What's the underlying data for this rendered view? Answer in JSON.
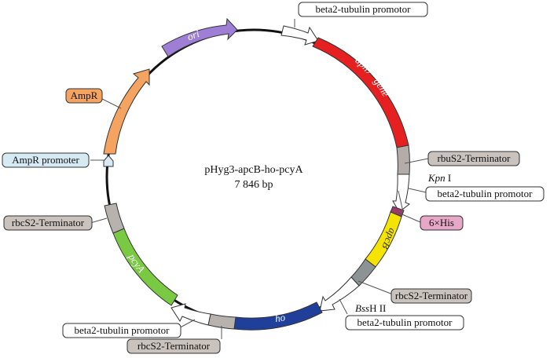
{
  "plasmid": {
    "name": "pHyg3-apcB-ho-pcyA",
    "size": "7 846 bp"
  },
  "features": [
    {
      "id": "ori",
      "name": "ori",
      "kind": "arrow",
      "color": "#9f7fd6"
    },
    {
      "id": "beta2-top",
      "name": "beta2-tubulin promotor",
      "kind": "promoter",
      "color": "#ffffff"
    },
    {
      "id": "aph7",
      "name": "aph7'' gene",
      "kind": "block",
      "color": "#e62020"
    },
    {
      "id": "rbus2",
      "name": "rbuS2-Terminator",
      "kind": "block",
      "color": "#b3aca8"
    },
    {
      "id": "beta2-right",
      "name": "beta2-tubulin promotor",
      "kind": "promoter",
      "color": "#ffffff"
    },
    {
      "id": "his",
      "name": "6×His",
      "kind": "tag",
      "color": "#c46e9a"
    },
    {
      "id": "apcB",
      "name": "apcB",
      "kind": "block",
      "color": "#f4e400"
    },
    {
      "id": "rbcs2-right",
      "name": "rbcS2-Terminator",
      "kind": "block",
      "color": "#8d9394"
    },
    {
      "id": "beta2-lower",
      "name": "beta2-tubulin promotor",
      "kind": "promoter",
      "color": "#ffffff"
    },
    {
      "id": "ho",
      "name": "ho",
      "kind": "block",
      "color": "#1f3f9a"
    },
    {
      "id": "rbcs2-bottom",
      "name": "rbcS2-Terminator",
      "kind": "block",
      "color": "#b8b2ae"
    },
    {
      "id": "beta2-bottom",
      "name": "beta2-tubulin promotor",
      "kind": "promoter",
      "color": "#ffffff"
    },
    {
      "id": "pcyA",
      "name": "pcyA",
      "kind": "block",
      "color": "#7ac943"
    },
    {
      "id": "rbcs2-left",
      "name": "rbcS2-Terminator",
      "kind": "block",
      "color": "#b8b2ae"
    },
    {
      "id": "ampr-promoter",
      "name": "AmpR promoter",
      "kind": "promoter",
      "color": "#d6eaf4"
    },
    {
      "id": "ampr",
      "name": "AmpR",
      "kind": "arrow",
      "color": "#f4a460"
    }
  ],
  "sites": [
    {
      "id": "kpn",
      "prefix": "Kpn",
      "suffix": " I"
    },
    {
      "id": "bss",
      "prefix": "Bss",
      "suffix": "H II"
    }
  ],
  "labels": {
    "beta2_top": "beta2-tubulin promotor",
    "rbus2": "rbuS2-Terminator",
    "beta2_right": "beta2-tubulin promotor",
    "his": "6×His",
    "rbcs2_right": "rbcS2-Terminator",
    "beta2_lower": "beta2-tubulin promotor",
    "beta2_bottom": "beta2-tubulin promotor",
    "rbcs2_bottom": "rbcS2-Terminator",
    "rbcs2_left": "rbcS2-Terminator",
    "ampr_promoter": "AmpR promoter",
    "ampr": "AmpR",
    "ori": "ori",
    "aph7": "aph7'' gene",
    "apcB": "apcB",
    "ho": "ho",
    "pcyA": "pcyA"
  },
  "colors": {
    "backbone": "#111111",
    "label_border": "#333333",
    "grey_box": "#c9c2bd",
    "pink_box": "#e7a7c7",
    "orange_box": "#f4a460",
    "blue_box": "#d6eaf4"
  }
}
